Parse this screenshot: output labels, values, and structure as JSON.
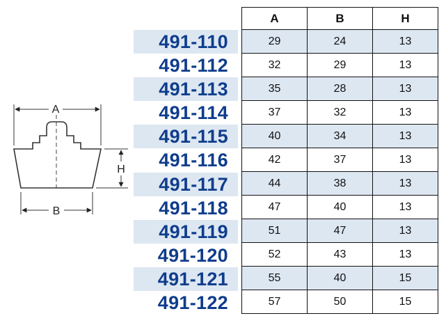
{
  "diagram": {
    "label_a": "A",
    "label_b": "B",
    "label_h": "H"
  },
  "table": {
    "columns": [
      "A",
      "B",
      "H"
    ],
    "rows": [
      {
        "part": "491-110",
        "a": "29",
        "b": "24",
        "h": "13"
      },
      {
        "part": "491-112",
        "a": "32",
        "b": "29",
        "h": "13"
      },
      {
        "part": "491-113",
        "a": "35",
        "b": "28",
        "h": "13"
      },
      {
        "part": "491-114",
        "a": "37",
        "b": "32",
        "h": "13"
      },
      {
        "part": "491-115",
        "a": "40",
        "b": "34",
        "h": "13"
      },
      {
        "part": "491-116",
        "a": "42",
        "b": "37",
        "h": "13"
      },
      {
        "part": "491-117",
        "a": "44",
        "b": "38",
        "h": "13"
      },
      {
        "part": "491-118",
        "a": "47",
        "b": "40",
        "h": "13"
      },
      {
        "part": "491-119",
        "a": "51",
        "b": "47",
        "h": "13"
      },
      {
        "part": "491-120",
        "a": "52",
        "b": "43",
        "h": "13"
      },
      {
        "part": "491-121",
        "a": "55",
        "b": "40",
        "h": "15"
      },
      {
        "part": "491-122",
        "a": "57",
        "b": "50",
        "h": "15"
      }
    ]
  },
  "colors": {
    "part_number": "#0f3d8c",
    "row_shading": "#dde7f2",
    "grid": "#111111"
  }
}
